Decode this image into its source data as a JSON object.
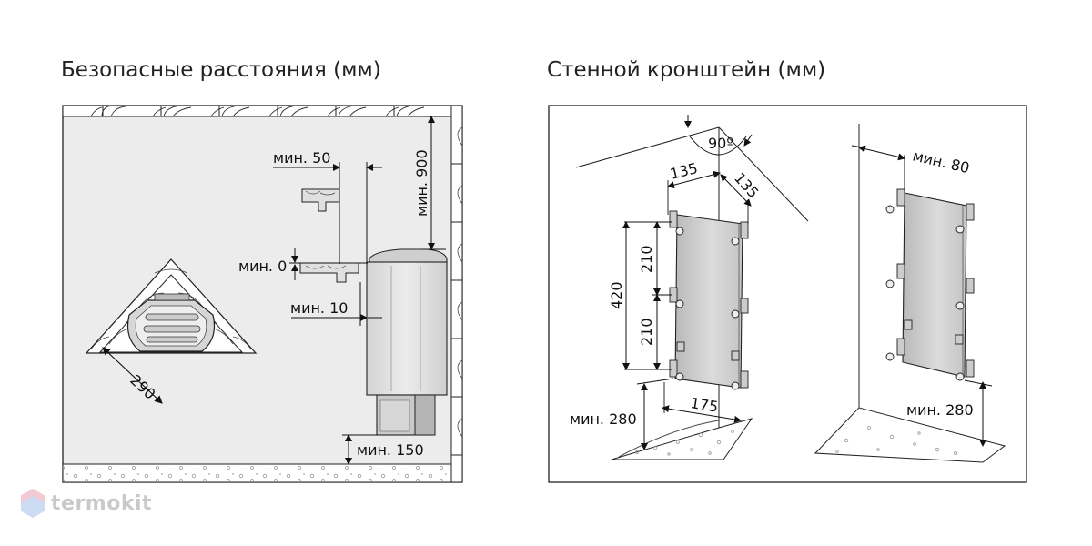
{
  "left": {
    "title": "Безопасные расстояния (мм)",
    "labels": {
      "min50": "мин. 50",
      "min900": "мин. 900",
      "min0": "мин. 0",
      "min10": "мин. 10",
      "min150": "мин. 150",
      "d290": "290"
    }
  },
  "right": {
    "title": "Стенной кронштейн (мм)",
    "labels": {
      "angle90": "90º",
      "d135a": "135",
      "d135b": "135",
      "d420": "420",
      "d210a": "210",
      "d210b": "210",
      "d175": "175",
      "min280a": "мин. 280",
      "min80": "мин. 80",
      "min280b": "мин. 280"
    }
  },
  "watermark": {
    "text": "termokit",
    "icon": "hexagon-logo-icon"
  }
}
